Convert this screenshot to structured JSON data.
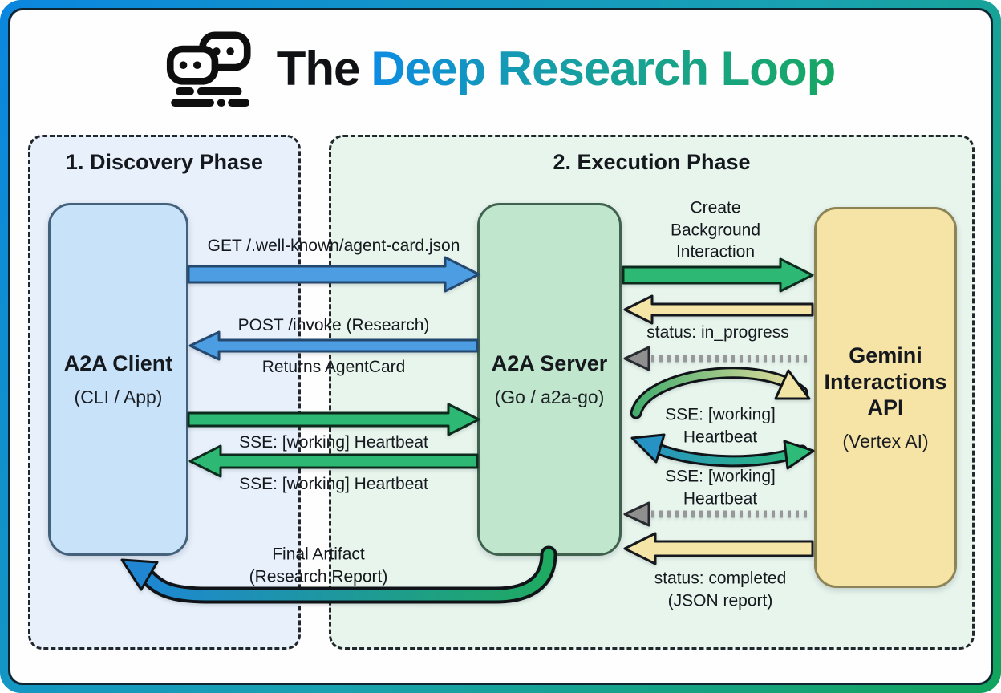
{
  "title": {
    "prefix": "The",
    "highlight": "Deep Research Loop"
  },
  "phases": {
    "discovery": {
      "label": "1. Discovery Phase"
    },
    "execution": {
      "label": "2. Execution Phase"
    }
  },
  "nodes": {
    "client": {
      "title": "A2A Client",
      "subtitle": "(CLI / App)"
    },
    "server": {
      "title": "A2A Server",
      "subtitle": "(Go / a2a-go)"
    },
    "gemini": {
      "title": "Gemini\nInteractions\nAPI",
      "subtitle": "(Vertex AI)"
    }
  },
  "messages": {
    "get_agent_card": "GET /.well-known/agent-card.json",
    "post_invoke": "POST /invoke (Research)",
    "returns_agent_card": "Returns AgentCard",
    "sse_heartbeat_to_client_1": "SSE: [working] Heartbeat",
    "sse_heartbeat_to_client_2": "SSE: [working] Heartbeat",
    "create_background_interaction": "Create\nBackground\nInteraction",
    "status_in_progress": "status: in_progress",
    "sse_heartbeat_gemini_1": "SSE: [working]\nHeartbeat",
    "sse_heartbeat_gemini_2": "SSE: [working]\nHeartbeat",
    "status_completed": "status: completed\n(JSON report)",
    "final_artifact": "Final Artifact\n(Research Report)"
  },
  "colors": {
    "frame_gradient_start": "#0b86df",
    "frame_gradient_end": "#11a45c",
    "title_gradient_start": "#0d8ce2",
    "title_gradient_end": "#17a763",
    "arrow_blue": "#4d9de3",
    "arrow_green": "#2db873",
    "arrow_yellow": "#f5e5a6",
    "arrow_gray": "#8f8f8f",
    "client_fill": "#c8e2f9",
    "server_fill": "#c0e6cd",
    "gemini_fill": "#f6e3a6",
    "discovery_bg": "#e7f0fb",
    "execution_bg": "#e7f5ed"
  }
}
